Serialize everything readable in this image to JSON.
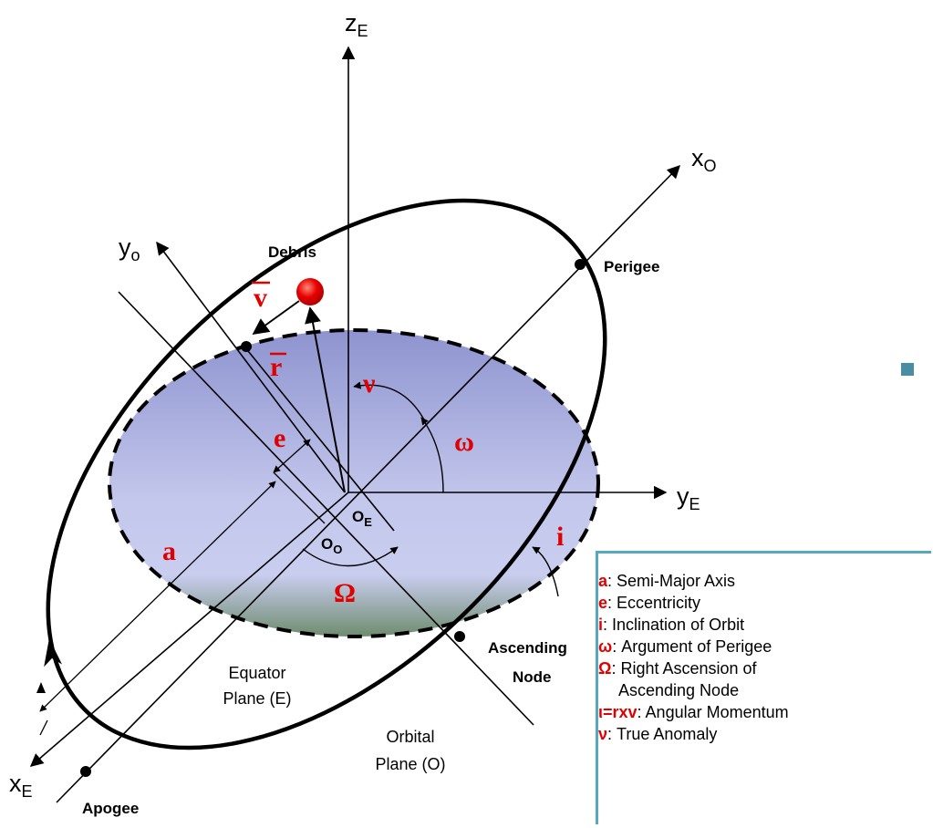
{
  "diagram": {
    "axes": {
      "zE": {
        "main": "z",
        "sub": "E"
      },
      "xO": {
        "main": "x",
        "sub": "O"
      },
      "yo": {
        "main": "y",
        "sub": "o"
      },
      "yE": {
        "main": "y",
        "sub": "E"
      },
      "xE": {
        "main": "x",
        "sub": "E"
      }
    },
    "points": {
      "debris": "Debris",
      "perigee": "Perigee",
      "apogee": "Apogee",
      "ascending_node_line1": "Ascending",
      "ascending_node_line2": "Node"
    },
    "origins": {
      "OE": {
        "main": "O",
        "sub": "E"
      },
      "OO": {
        "main": "O",
        "sub": "O"
      }
    },
    "symbols": {
      "v_vec": "v",
      "r_vec": "r",
      "nu": "ν",
      "omega": "ω",
      "e": "e",
      "a": "a",
      "Omega": "Ω",
      "i": "i"
    },
    "planes": {
      "equator_line1": "Equator",
      "equator_line2": "Plane (E)",
      "orbital_line1": "Orbital",
      "orbital_line2": "Plane (O)"
    },
    "colors": {
      "symbol": "#e00000",
      "debris": "#e00000",
      "plane_top": "#8e93cf",
      "plane_bottom": "#6f8c6f",
      "legend_border": "#55a8bd"
    }
  },
  "legend": {
    "items": [
      {
        "key": "a",
        "text": ": Semi-Major Axis"
      },
      {
        "key": "e",
        "text": ": Eccentricity"
      },
      {
        "key": "i",
        "text": ": Inclination of Orbit"
      },
      {
        "key": "ω",
        "text": ":  Argument of Perigee"
      },
      {
        "key": "Ω",
        "text": ": Right Ascension of",
        "cont": "Ascending Node"
      },
      {
        "key": "ι=rxv",
        "text": ": Angular Momentum"
      },
      {
        "key": "ν",
        "text": ": True Anomaly"
      }
    ]
  }
}
